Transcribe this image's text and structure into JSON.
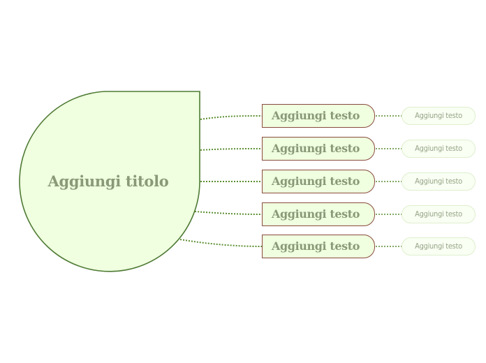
{
  "root": {
    "title": "Aggiungi titolo"
  },
  "branches": [
    {
      "label": "Aggiungi testo",
      "leaf": "Aggiungi testo"
    },
    {
      "label": "Aggiungi testo",
      "leaf": "Aggiungi testo"
    },
    {
      "label": "Aggiungi testo",
      "leaf": "Aggiungi testo"
    },
    {
      "label": "Aggiungi testo",
      "leaf": "Aggiungi testo"
    },
    {
      "label": "Aggiungi testo",
      "leaf": "Aggiungi testo"
    }
  ],
  "colors": {
    "node_fill": "#efffdf",
    "root_border": "#4f7a35",
    "branch_border": "#8a4a3e",
    "connector": "#5a8c2e",
    "text": "#8a9a78"
  }
}
